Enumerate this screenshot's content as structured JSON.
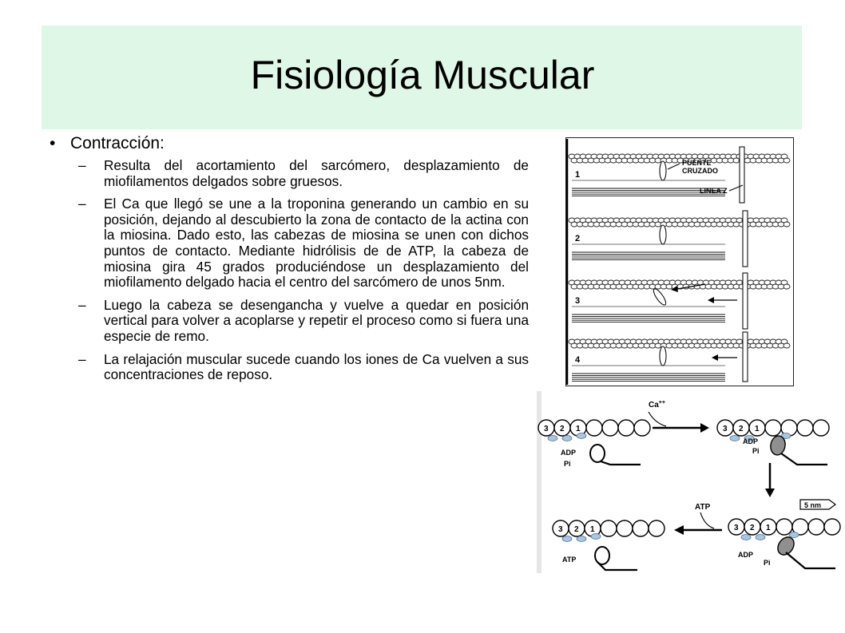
{
  "slide": {
    "title": "Fisiología Muscular",
    "bullet": "Contracción:",
    "sub_bullets": [
      "Resulta del acortamiento del sarcómero, desplazamiento de miofilamentos delgados sobre gruesos.",
      "El Ca que llegó se une a la troponina generando un cambio en su posición, dejando al descubierto la zona de contacto de la actina con la miosina. Dado esto, las cabezas de miosina se unen con dichos puntos de contacto. Mediante hidrólisis de de ATP, la cabeza de miosina gira 45 grados produciéndose un desplazamiento del miofilamento delgado hacia el centro del sarcómero de unos 5nm.",
      "Luego la cabeza se desengancha y vuelve a quedar en posición vertical para volver a acoplarse y repetir el proceso como si fuera una especie de remo.",
      "La relajación muscular sucede cuando los iones de Ca vuelven a sus concentraciones de reposo."
    ]
  },
  "figure_top": {
    "label_puente": "PUENTE",
    "label_cruzado": "CRUZADO",
    "label_linea_z": "LINEA Z",
    "panel_numbers": [
      "1",
      "2",
      "3",
      "4"
    ]
  },
  "figure_bottom": {
    "ca_label": "Ca",
    "ca_sup": "++",
    "adp": "ADP",
    "pi": "Pi",
    "atp": "ATP",
    "nm": "5 nm",
    "sites": [
      "3",
      "2",
      "1"
    ]
  },
  "colors": {
    "title_bg": "#dff7e6",
    "troponin": "#a9c6e0",
    "head_shaded": "#8f8f8f"
  }
}
